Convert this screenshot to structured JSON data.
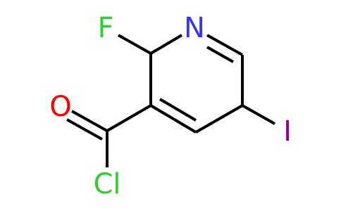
{
  "molecule": {
    "atoms": {
      "nitrogen": {
        "symbol": "N",
        "color": "#3333ff"
      },
      "fluorine": {
        "symbol": "F",
        "color": "#33cc33"
      },
      "oxygen": {
        "symbol": "O",
        "color": "#ff0000"
      },
      "chlorine": {
        "symbol": "Cl",
        "color": "#33cc33"
      },
      "iodine": {
        "symbol": "I",
        "color": "#940094"
      }
    },
    "bond_color": "#000000"
  }
}
